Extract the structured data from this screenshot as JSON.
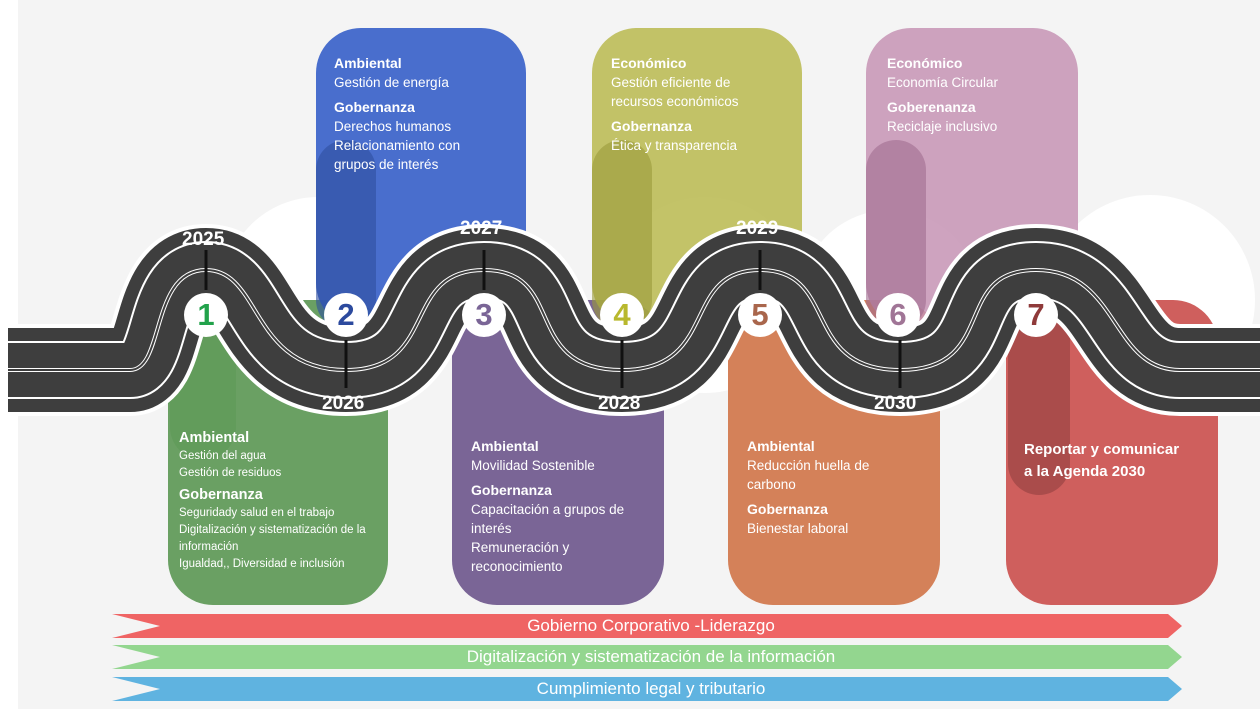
{
  "colors": {
    "road": "#3e3e3e",
    "green": "#6aa063",
    "blue": "#3a62c9",
    "purple": "#7a6596",
    "olive": "#b9b94e",
    "brown": "#d48159",
    "mauve": "#c593b4",
    "red": "#cf5f5d",
    "band_red": "#ef6464",
    "band_green": "#93d68f",
    "band_blue": "#5fb3e0"
  },
  "years": [
    "2025",
    "2026",
    "2027",
    "2028",
    "2029",
    "2030"
  ],
  "stops": [
    {
      "num": "1",
      "color": "#22a24b"
    },
    {
      "num": "2",
      "color": "#2c4a9e"
    },
    {
      "num": "3",
      "color": "#7a6596"
    },
    {
      "num": "4",
      "color": "#b8b82e"
    },
    {
      "num": "5",
      "color": "#a9664c"
    },
    {
      "num": "6",
      "color": "#a07596"
    },
    {
      "num": "7",
      "color": "#8f3a3a"
    }
  ],
  "cards": {
    "c1": {
      "h1": "Ambiental",
      "l1": "Gestión del agua",
      "l2": "Gestión de residuos",
      "h2": "Gobernanza",
      "l3": "Seguridady salud en el trabajo",
      "l4": "Digitalización y sistematización de la",
      "l5": "información",
      "l6": "Igualdad,, Diversidad e inclusión"
    },
    "c2": {
      "h1": "Ambiental",
      "l1": "Gestión de energía",
      "h2": "Gobernanza",
      "l2": "Derechos humanos",
      "l3": "Relacionamiento con",
      "l4": "grupos de interés"
    },
    "c3": {
      "h1": "Ambiental",
      "l1": "Movilidad Sostenible",
      "h2": "Gobernanza",
      "l2": "Capacitación a grupos de",
      "l3": "interés",
      "l4": "Remuneración y",
      "l5": "reconocimiento"
    },
    "c4": {
      "h1": "Económico",
      "l1": "Gestión eficiente de",
      "l2": "recursos económicos",
      "h2": "Gobernanza",
      "l3": "Ética y transparencia"
    },
    "c5": {
      "h1": "Ambiental",
      "l1": "Reducción huella de",
      "l2": "carbono",
      "h2": "Gobernanza",
      "l3": "Bienestar laboral"
    },
    "c6": {
      "h1": "Económico",
      "l1": "Economía Circular",
      "h2": "Goberenanza",
      "l2": "Reciclaje inclusivo"
    },
    "c7": {
      "l1": "Reportar y comunicar",
      "l2": "a la Agenda 2030"
    }
  },
  "bands": [
    "Gobierno Corporativo -Liderazgo",
    "Digitalización y sistematización de la información",
    "Cumplimiento legal y tributario"
  ]
}
